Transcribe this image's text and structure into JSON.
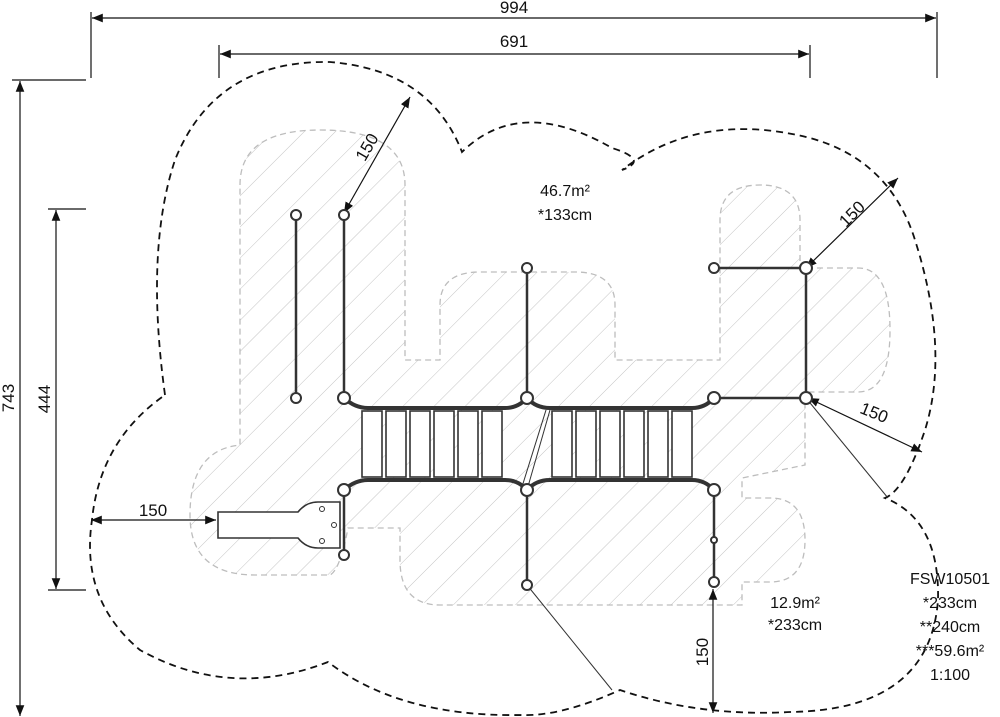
{
  "dimensions": {
    "overall_width": "994",
    "inner_width": "691",
    "overall_depth": "743",
    "inner_depth": "444",
    "clearances": [
      "150",
      "150",
      "150",
      "150",
      "150"
    ]
  },
  "areas": {
    "upper": {
      "area": "46.7m²",
      "height": "*133cm"
    },
    "lower": {
      "area": "12.9m²",
      "height": "*233cm"
    }
  },
  "product_info": {
    "code": "FSW10501",
    "free_fall_height": "*233cm",
    "height": "**240cm",
    "safety_area": "***59.6m²",
    "scale": "1:100"
  },
  "colors": {
    "line": "#111111",
    "fall_zone_outline": "#bdbdbd",
    "equipment": "#333333"
  }
}
